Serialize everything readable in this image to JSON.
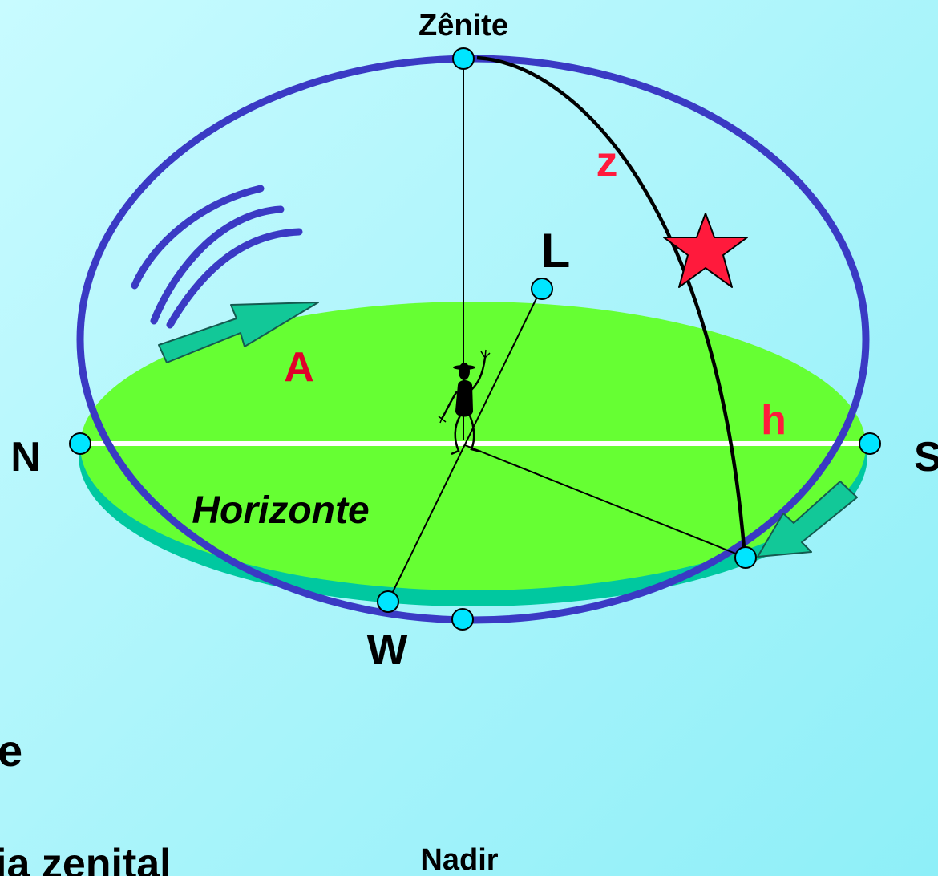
{
  "labels": {
    "zenith": "Zênite",
    "nadir": "Nadir",
    "north": "N",
    "south": "S",
    "west": "W",
    "east": "L",
    "horizon": "Horizonte",
    "azimuth": "A",
    "zenith_distance": "z",
    "altitude": "h",
    "cut_text_1": "e",
    "cut_text_2": "ia zenital"
  },
  "colors": {
    "sphere": "#3a3ac4",
    "horizon_fill": "#66ff33",
    "horizon_rim": "#00c8a0",
    "point_fill": "#00e5ff",
    "star": "#ff1a3c",
    "red_label": "#e0002a",
    "arrow": "#12c898",
    "text": "#000000"
  }
}
